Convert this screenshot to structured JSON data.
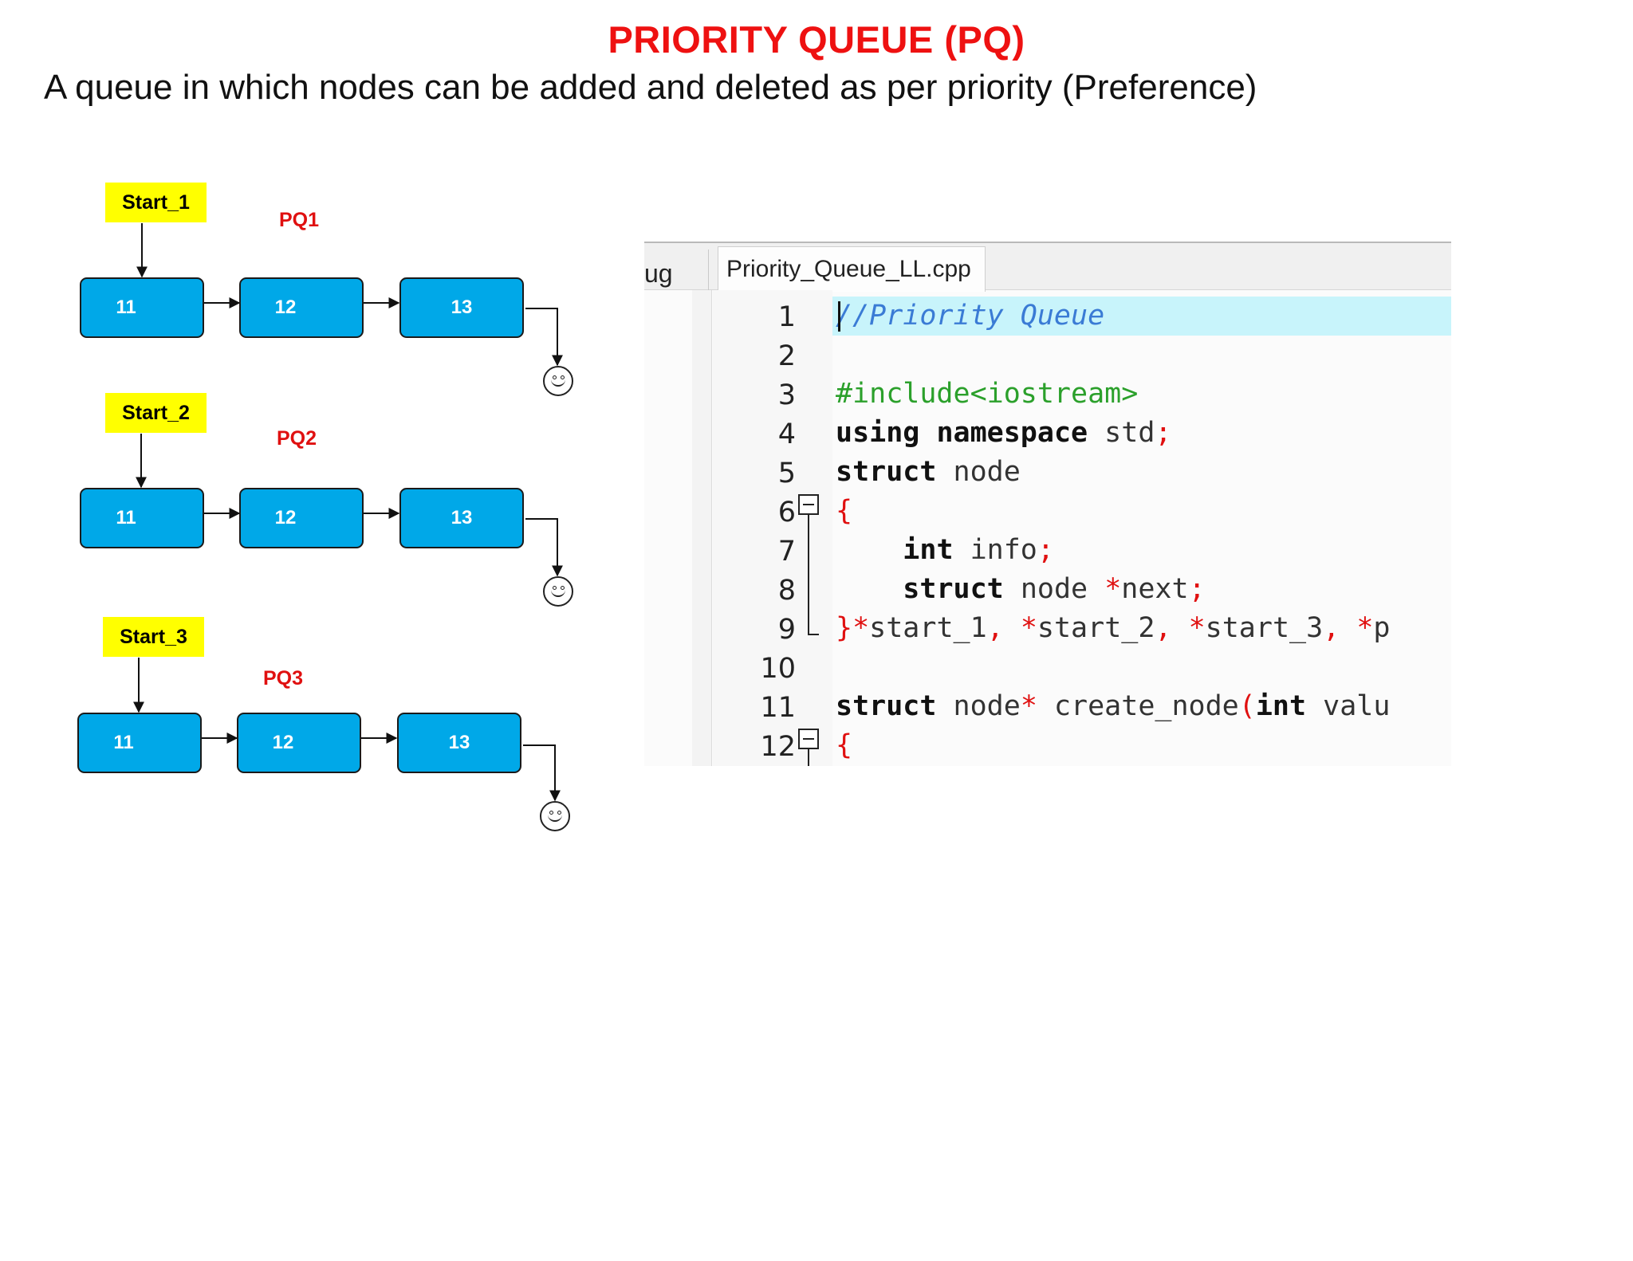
{
  "heading": {
    "title": "PRIORITY QUEUE (PQ)",
    "subtitle": "A queue in which nodes can be added and deleted as per priority (Preference)"
  },
  "queues": [
    {
      "start_label": "Start_1",
      "pq_label": "PQ1",
      "nodes": [
        "11",
        "12",
        "13"
      ]
    },
    {
      "start_label": "Start_2",
      "pq_label": "PQ2",
      "nodes": [
        "11",
        "12",
        "13"
      ]
    },
    {
      "start_label": "Start_3",
      "pq_label": "PQ3",
      "nodes": [
        "11",
        "12",
        "13"
      ]
    }
  ],
  "editor": {
    "prev_tab_label": "ug",
    "active_tab_label": "Priority_Queue_LL.cpp",
    "line_numbers": [
      "1",
      "2",
      "3",
      "4",
      "5",
      "6",
      "7",
      "8",
      "9",
      "10",
      "11",
      "12"
    ],
    "lines": {
      "l1": {
        "comment": "//Priority Queue"
      },
      "l3": {
        "directive": "#include<iostream>"
      },
      "l4": {
        "kw1": "using",
        "kw2": "namespace",
        "ident": "std",
        "semi": ";"
      },
      "l5": {
        "kw": "struct",
        "ident": "node"
      },
      "l6": {
        "brace": "{"
      },
      "l7": {
        "kw": "int",
        "ident": "info",
        "semi": ";"
      },
      "l8": {
        "kw": "struct",
        "ident": "node",
        "star": "*",
        "ident2": "next",
        "semi": ";"
      },
      "l9": {
        "brace": "}",
        "s1": "*",
        "i1": "start_1",
        "c1": ",",
        "s2": "*",
        "i2": "start_2",
        "c2": ",",
        "s3": "*",
        "i3": "start_3",
        "c3": ",",
        "s4": "*",
        "i4": "p"
      },
      "l11": {
        "kw": "struct",
        "ident": "node",
        "star": "*",
        "func": "create_node",
        "paren": "(",
        "kw2": "int",
        "ident2": "valu"
      },
      "l12": {
        "brace": "{"
      }
    }
  },
  "colors": {
    "title_red": "#ee1111",
    "node_blue": "#00a8e8",
    "start_yellow": "#ffff00",
    "highlight_cyan": "#c8f4fb"
  }
}
